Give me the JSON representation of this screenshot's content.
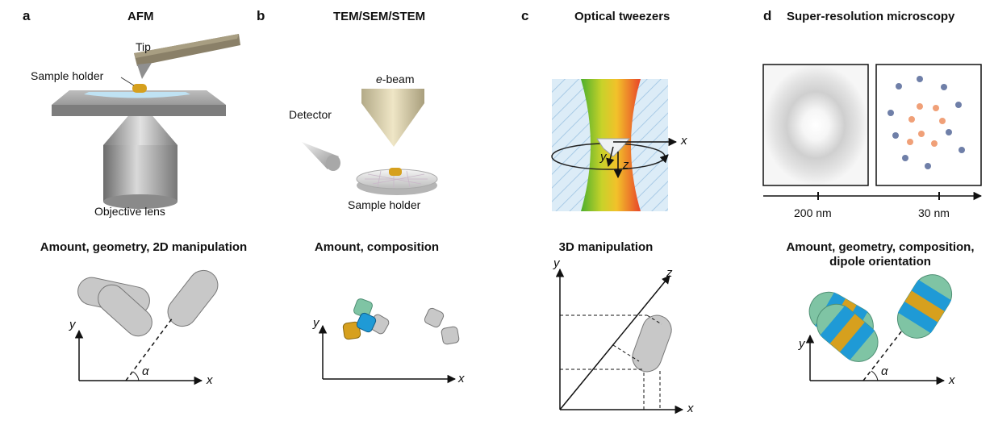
{
  "panels": {
    "a": {
      "letter": "a",
      "title": "AFM",
      "labels": {
        "tip": "Tip",
        "sample_holder": "Sample holder",
        "objective": "Objective lens"
      },
      "subtitle": "Amount, geometry, 2D manipulation",
      "axes": {
        "x": "x",
        "y": "y",
        "angle": "α"
      }
    },
    "b": {
      "letter": "b",
      "title": "TEM/SEM/STEM",
      "labels": {
        "ebeam_e": "e",
        "ebeam_rest": "-beam",
        "detector": "Detector",
        "sample_holder": "Sample holder"
      },
      "subtitle": "Amount, composition",
      "axes": {
        "x": "x",
        "y": "y"
      }
    },
    "c": {
      "letter": "c",
      "title": "Optical tweezers",
      "labels": {
        "x": "x",
        "y": "y",
        "z": "z"
      },
      "subtitle": "3D manipulation",
      "axes": {
        "x": "x",
        "y": "y",
        "z": "z"
      }
    },
    "d": {
      "letter": "d",
      "title": "Super-resolution microscopy",
      "scale_left": "200 nm",
      "scale_right": "30 nm",
      "subtitle_line1": "Amount, geometry, composition,",
      "subtitle_line2": "dipole orientation",
      "axes": {
        "x": "x",
        "y": "y",
        "angle": "α"
      }
    }
  },
  "colors": {
    "particle_gray": "#c8c8c8",
    "gold": "#d6a01e",
    "blue": "#1f9ad6",
    "teal": "#7fc4a4",
    "dot_blue": "#6f7fa8",
    "dot_orange": "#f0a078"
  }
}
